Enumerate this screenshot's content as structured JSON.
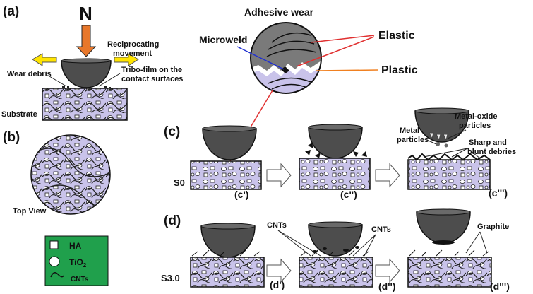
{
  "panels": {
    "a": "(a)",
    "b": "(b)",
    "c": "(c)",
    "d": "(d)"
  },
  "force_label": "N",
  "reciprocating": [
    "Reciprocating",
    "movement"
  ],
  "wear_debris": "Wear debris",
  "tribofilm": [
    "Tribo-film on the",
    "contact surfaces"
  ],
  "substrate": "Substrate",
  "top_view": "Top View",
  "adhesive_wear": {
    "title": "Adhesive wear",
    "microweld": "Microweld",
    "elastic": "Elastic",
    "plastic": "Plastic"
  },
  "legend": {
    "ha": "HA",
    "tio2_main": "TiO",
    "tio2_sub": "2",
    "cnts": "CNTs"
  },
  "row_c": {
    "sample": "S0",
    "steps": [
      "(c')",
      "(c'')",
      "(c''')"
    ],
    "metal_oxide": [
      "Metal-oxide",
      "particles"
    ],
    "metal": [
      "Metal",
      "particles"
    ],
    "sharp": [
      "Sharp and",
      "blunt debries"
    ]
  },
  "row_d": {
    "sample": "S3.0",
    "steps": [
      "(d')",
      "(d'')",
      "(d''')"
    ],
    "cnts_left": "CNTs",
    "cnts_right": "CNTs",
    "graphite": "Graphite"
  },
  "colors": {
    "ball": "#4d4d4d",
    "substrate_fill": "#c9c3ea",
    "arrow": "#e8772a",
    "yellow_arrow": "#ffe400",
    "legend_bg": "#20a04c",
    "leader_red": "#e03030",
    "leader_blue": "#2030d0",
    "leader_orange": "#f08020"
  }
}
